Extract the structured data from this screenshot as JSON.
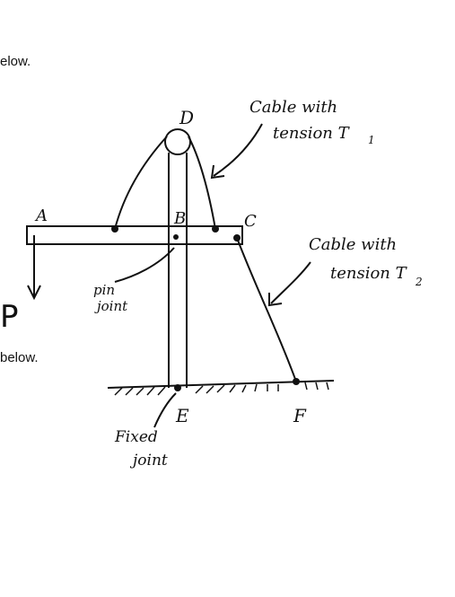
{
  "document": {
    "fragment_top": "elow.",
    "fragment_bottom": "below.",
    "load_label": "P"
  },
  "diagram": {
    "points": {
      "A": "A",
      "B": "B",
      "C": "C",
      "D": "D",
      "E": "E",
      "F": "F"
    },
    "annotations": {
      "cable1_line1": "Cable with",
      "cable1_line2": "tension T",
      "cable1_sub": "1",
      "cable2_line1": "Cable with",
      "cable2_line2": "tension T",
      "cable2_sub": "2",
      "pin_line1": "pin",
      "pin_line2": "joint",
      "fixed_line1": "Fixed",
      "fixed_line2": "joint"
    }
  }
}
